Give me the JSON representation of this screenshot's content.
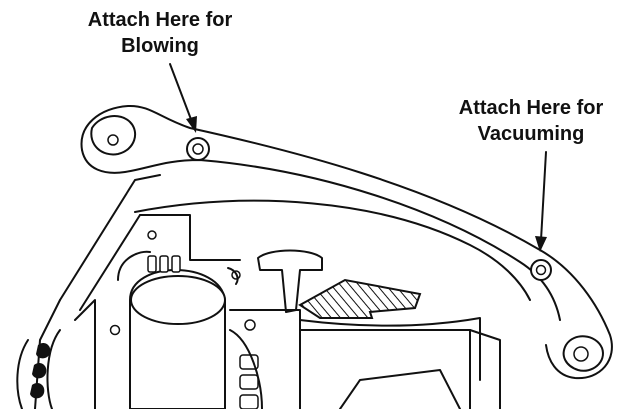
{
  "callouts": {
    "blowing": {
      "line1": "Attach Here for",
      "line2": "Blowing"
    },
    "vacuuming": {
      "line1": "Attach Here for",
      "line2": "Vacuuming"
    }
  },
  "colors": {
    "ink": "#111111",
    "background": "#ffffff"
  }
}
